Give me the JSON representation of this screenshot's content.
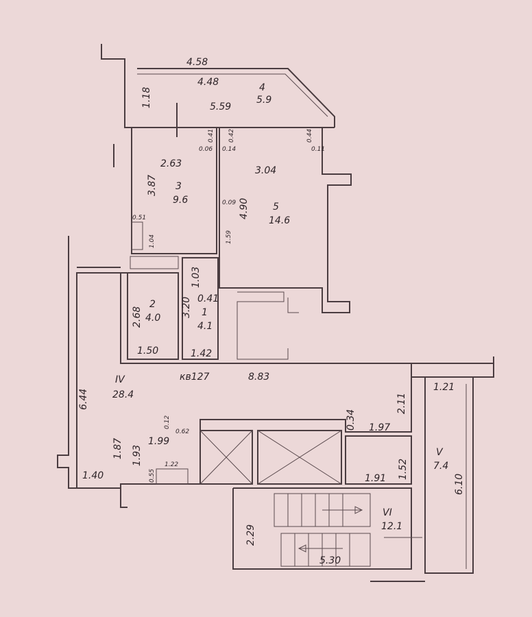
{
  "labels": {
    "balcony_outer": "4.58",
    "balcony_inner": "4.48",
    "balcony_depth": "1.18",
    "balcony_no": "4",
    "balcony_area": "5.9",
    "balcony_bottom": "5.59",
    "r3_width": "2.63",
    "r3_length": "3.87",
    "r3_no": "3",
    "r3_area": "9.6",
    "r3_niche_w": "0.51",
    "r3_niche_d": "1.04",
    "r3_tl_a": "0.41",
    "r3_tl_b": "0.06",
    "r5_tl_a": "0.42",
    "r5_tl_b": "0.14",
    "r5_tr_a": "0.44",
    "r5_tr_b": "0.11",
    "r5_width": "3.04",
    "r5_length": "4.90",
    "r5_no": "5",
    "r5_area": "14.6",
    "r5_left_a": "0.09",
    "r5_left_b": "1.59",
    "r2_length": "2.68",
    "r2_no": "2",
    "r2_area": "4.0",
    "r2_width": "1.50",
    "r1_length": "3.20",
    "r1_top": "1.03",
    "r1_small": "0.41",
    "r1_no": "1",
    "r1_area": "4.1",
    "r1_width": "1.42",
    "apt": "кв127",
    "hall_width": "8.83",
    "hall_no": "IV",
    "hall_area": "28.4",
    "hall_length": "6.44",
    "hall_w_a": "0.12",
    "hall_w_b": "0.62",
    "hall_w_c": "1.99",
    "hall_h_a": "1.87",
    "hall_h_b": "1.93",
    "hall_niche_w": "1.22",
    "hall_niche_d": "0.55",
    "hall_bottom": "1.40",
    "right_a": "0.34",
    "right_b": "2.11",
    "right_c": "1.97",
    "right_d": "1.52",
    "right_e": "1.91",
    "v_width": "1.21",
    "v_no": "V",
    "v_area": "7.4",
    "v_length": "6.10",
    "vi_no": "VI",
    "vi_area": "12.1",
    "vi_height": "2.29",
    "vi_width": "5.30"
  },
  "colors": {
    "paper": "#ecd8d8",
    "line": "#4a3c40",
    "text": "#2e2428"
  }
}
